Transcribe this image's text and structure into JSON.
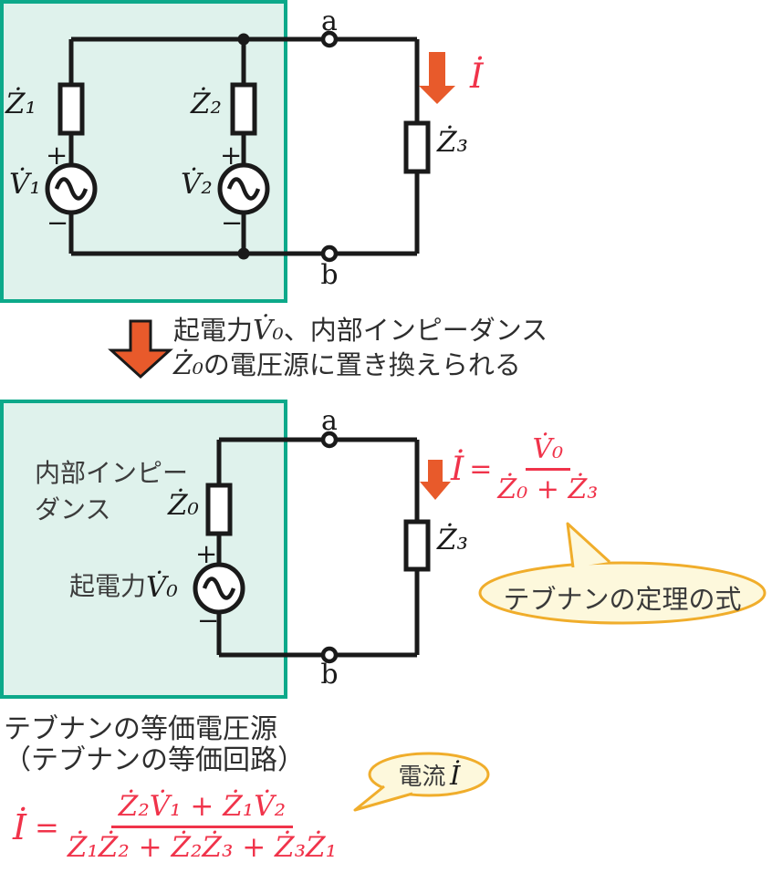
{
  "colors": {
    "box_border_teal": "#0ca98a",
    "box_fill_mint": "#dff2ec",
    "wire_black": "#1a1a1a",
    "formula_red": "#f0334a",
    "arrow_orange": "#e85a2b",
    "bubble_border_gold": "#f0ad2b",
    "bubble_fill_cream": "#fdf8dc",
    "jp_text_gray": "#3c3c3c"
  },
  "circuit1": {
    "terminal_a": "a",
    "terminal_b": "b",
    "z1": "Ż₁",
    "z2": "Ż₂",
    "z3": "Ż₃",
    "v1": "V̇₁",
    "v2": "V̇₂",
    "plus": "+",
    "minus": "−",
    "current": "İ"
  },
  "transform_note": {
    "line1_jp_a": "起電力",
    "line1_math": "V̇₀",
    "line1_jp_b": "、内部インピーダンス",
    "line2_math": "Ż₀",
    "line2_jp": "の電圧源に置き換えられる"
  },
  "circuit2": {
    "terminal_a": "a",
    "terminal_b": "b",
    "internal_label_line1": "内部インピー",
    "internal_label_line2": "ダンス",
    "z0": "Ż₀",
    "emf_label": "起電力",
    "v0": "V̇₀",
    "z3": "Ż₃",
    "plus": "+",
    "minus": "−",
    "formula": {
      "lhs": "İ",
      "eq": "=",
      "num": "V̇₀",
      "den": "Ż₀ + Ż₃"
    },
    "bubble_label": "テブナンの定理の式"
  },
  "caption": {
    "line1": "テブナンの等価電圧源",
    "line2": "（テブナンの等価回路）"
  },
  "result": {
    "bubble_jp": "電流",
    "bubble_math": "İ",
    "formula": {
      "lhs": "İ",
      "eq": "=",
      "num": "Ż₂V̇₁ + Ż₁V̇₂",
      "den": "Ż₁Ż₂ + Ż₂Ż₃ + Ż₃Ż₁"
    }
  }
}
